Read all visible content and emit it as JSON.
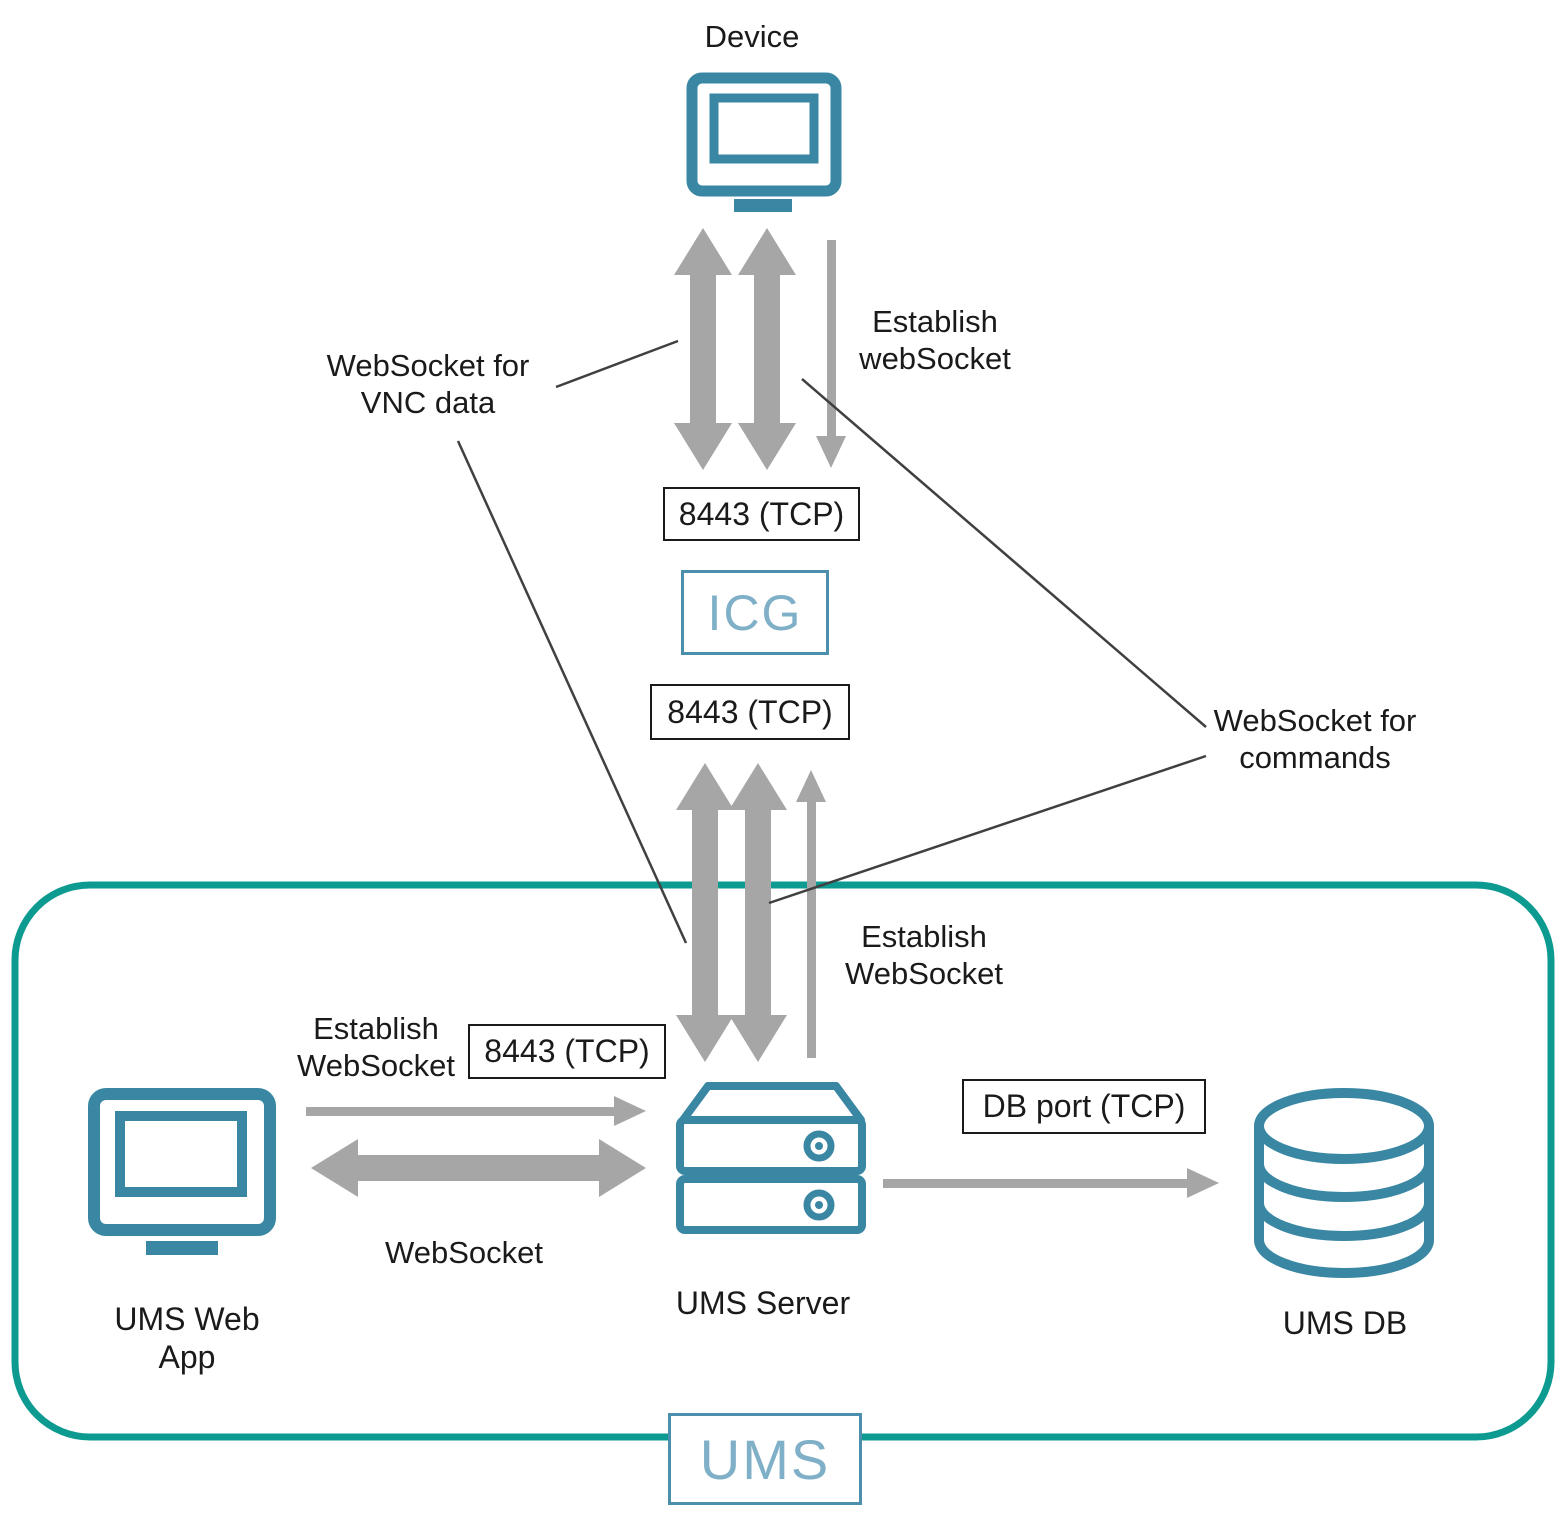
{
  "diagram_type": "architecture",
  "nodes": {
    "device": {
      "label": "Device"
    },
    "icg": {
      "label": "ICG"
    },
    "ums": {
      "label": "UMS"
    },
    "ums_web_app": {
      "label": "UMS Web\nApp"
    },
    "ums_server": {
      "label": "UMS Server"
    },
    "ums_db": {
      "label": "UMS DB"
    }
  },
  "port_labels": {
    "device_icg": "8443 (TCP)",
    "icg_ums": "8443 (TCP)",
    "webapp_ums": "8443 (TCP)",
    "ums_db": "DB port (TCP)"
  },
  "edge_labels": {
    "establish_websocket_device": "Establish\nwebSocket",
    "websocket_for_vnc": "WebSocket for\nVNC data",
    "websocket_for_commands": "WebSocket for\ncommands",
    "establish_websocket_ums": "Establish\nWebSocket",
    "establish_websocket_webapp": "Establish\nWebSocket",
    "websocket": "WebSocket"
  },
  "colors": {
    "node_icon": "#3a87a3",
    "node_box_border": "#4b8fad",
    "node_box_text": "#7fb0c8",
    "ums_container_border": "#0d9a91",
    "arrow": "#a6a6a6",
    "pointer_line": "#404040",
    "text": "#1a1a1a",
    "port_box_border": "#1a1a1a",
    "background": "#ffffff"
  }
}
